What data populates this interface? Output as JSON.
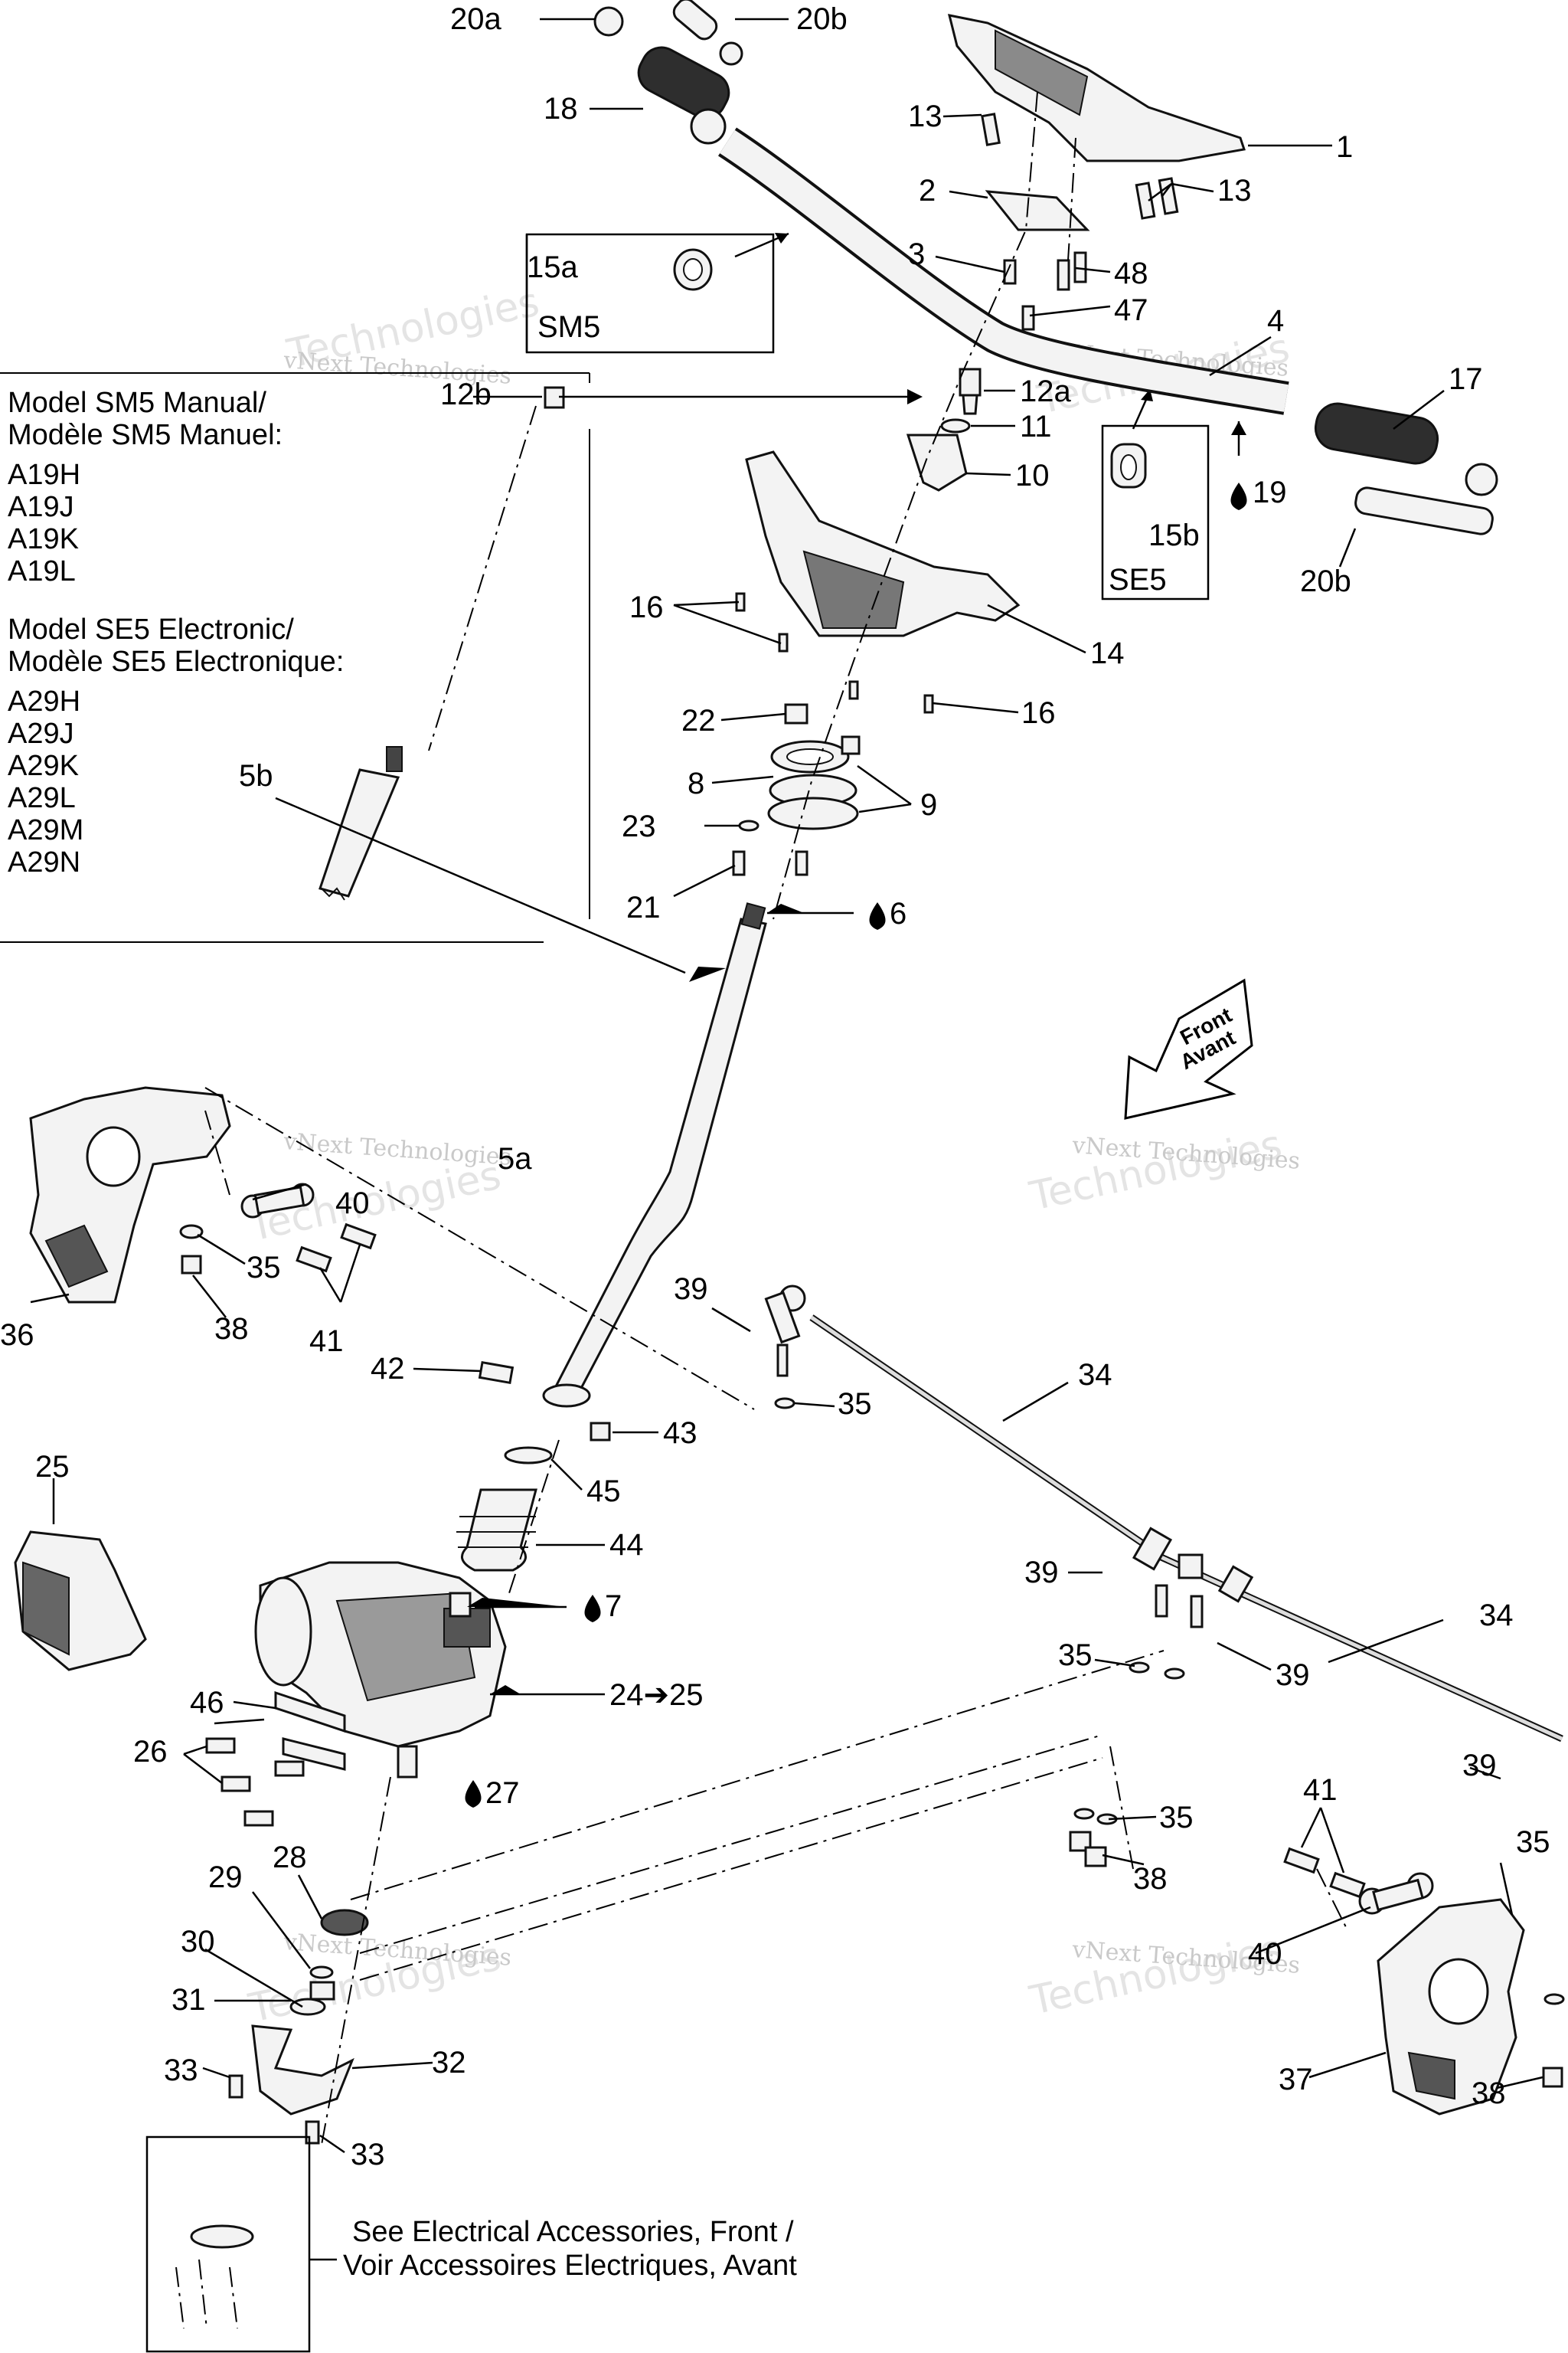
{
  "legend": {
    "manual_title_en": "Model SM5 Manual/",
    "manual_title_fr": "Modèle SM5 Manuel:",
    "manual_models": [
      "A19H",
      "A19J",
      "A19K",
      "A19L"
    ],
    "electronic_title_en": "Model SE5 Electronic/",
    "electronic_title_fr": "Modèle SE5 Electronique:",
    "electronic_models": [
      "A29H",
      "A29J",
      "A29K",
      "A29L",
      "A29M",
      "A29N"
    ]
  },
  "inset_sm5": {
    "label": "SM5",
    "part": "15a"
  },
  "inset_se5": {
    "label": "SE5",
    "part": "15b"
  },
  "front_arrow": {
    "line1": "Front",
    "line2": "Avant"
  },
  "reference_note": {
    "line1": "See Electrical Accessories, Front /",
    "line2": "Voir Accessoires Electriques, Avant"
  },
  "watermark": {
    "line1": "vNext Technologies",
    "line2": "Technologies"
  },
  "callouts": {
    "c20a": "20a",
    "c20b_top": "20b",
    "c18": "18",
    "c13_top": "13",
    "c1": "1",
    "c2": "2",
    "c13_right": "13",
    "c3": "3",
    "c48": "48",
    "c47": "47",
    "c4": "4",
    "c12b": "12b",
    "c12a": "12a",
    "c17": "17",
    "c11": "11",
    "c10": "10",
    "c19": "19",
    "c15b": "15b",
    "c20b_right": "20b",
    "c16_left": "16",
    "c14": "14",
    "c16_right": "16",
    "c22": "22",
    "c8": "8",
    "c9": "9",
    "c23": "23",
    "c21": "21",
    "c6": "6",
    "c5b": "5b",
    "c5a": "5a",
    "c40_left": "40",
    "c35_left": "35",
    "c36": "36",
    "c38_left": "38",
    "c41_left": "41",
    "c39_top": "39",
    "c34_top": "34",
    "c42": "42",
    "c35_mid": "35",
    "c43": "43",
    "c25": "25",
    "c45": "45",
    "c44": "44",
    "c7": "7",
    "c39_mid": "39",
    "c34_right": "34",
    "c35_lower": "35",
    "c39_lower": "39",
    "c46": "46",
    "c24": "24➔25",
    "c26": "26",
    "c27": "27",
    "c39_far": "39",
    "c41_right": "41",
    "c35_far": "35",
    "c35_bottom": "35",
    "c38_mid": "38",
    "c28": "28",
    "c29": "29",
    "c30": "30",
    "c40_right": "40",
    "c31": "31",
    "c32": "32",
    "c33_left": "33",
    "c37": "37",
    "c38_right": "38",
    "c33_bottom": "33"
  },
  "colors": {
    "part_fill": "#f3f3f3",
    "dark_part": "#6d6d6d",
    "line": "#111111"
  }
}
